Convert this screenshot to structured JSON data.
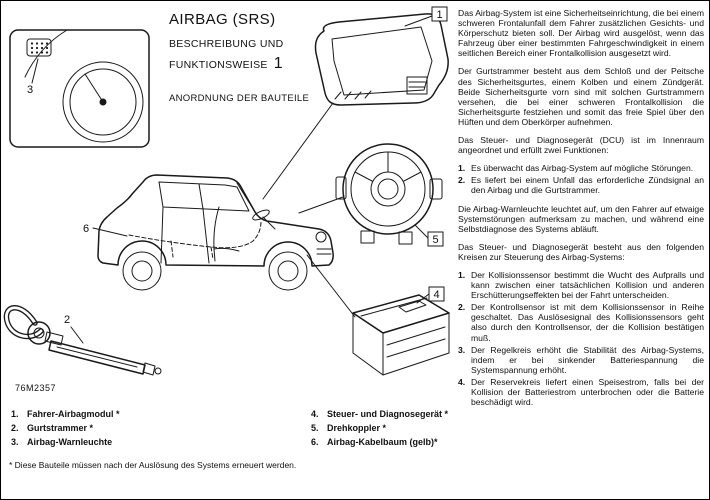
{
  "colors": {
    "ink": "#1a1a1a",
    "paper": "#ffffff"
  },
  "page": {
    "title": "AIRBAG (SRS)",
    "subtitle1": "BESCHREIBUNG UND",
    "subtitle2": "FUNKTIONSWEISE",
    "subtitle_number": "1",
    "section": "ANORDNUNG DER BAUTEILE",
    "drawing_number": "76M2357"
  },
  "callouts": {
    "c1": "1",
    "c2": "2",
    "c3": "3",
    "c4": "4",
    "c5": "5",
    "c6": "6"
  },
  "legend": {
    "items_left": [
      {
        "num": "1.",
        "label": "Fahrer-Airbagmodul *"
      },
      {
        "num": "2.",
        "label": "Gurtstrammer *"
      },
      {
        "num": "3.",
        "label": "Airbag-Warnleuchte"
      }
    ],
    "items_right": [
      {
        "num": "4.",
        "label": "Steuer- und Diagnosegerät *"
      },
      {
        "num": "5.",
        "label": "Drehkoppler *"
      },
      {
        "num": "6.",
        "label": "Airbag-Kabelbaum (gelb)*"
      }
    ],
    "footnote": "* Diese Bauteile müssen nach der Auslösung des Systems erneuert werden."
  },
  "text_column": {
    "para1": "Das Airbag-System ist eine Sicherheitseinrichtung, die bei einem schweren Frontalunfall dem Fahrer zusätzlichen Gesichts- und Körperschutz bieten soll. Der Airbag wird ausgelöst, wenn das Fahrzeug über einer bestimmten Fahrgeschwindigkeit in einem seitlichen Bereich einer Frontalkollision ausgesetzt wird.",
    "para2": "Der Gurtstrammer besteht aus dem Schloß und der Peitsche des Sicherheitsgurtes, einem Kolben und einem Zündgerät. Beide Sicherheitsgurte vorn sind mit solchen Gurtstrammern versehen, die bei einer schweren Frontalkollision die Sicherheitsgurte festziehen und somit das freie Spiel über den Hüften und dem Oberkörper aufnehmen.",
    "para3": "Das Steuer- und Diagnosegerät (DCU) ist im Innenraum angeordnet und erfüllt zwei Funktionen:",
    "list1": [
      {
        "num": "1.",
        "text": "Es überwacht das Airbag-System auf mögliche Störungen."
      },
      {
        "num": "2.",
        "text": "Es liefert bei einem Unfall das erforderliche Zündsignal an den Airbag und die Gurtstrammer."
      }
    ],
    "para4": "Die Airbag-Warnleuchte leuchtet auf, um den Fahrer auf etwaige Systemstörungen aufmerksam zu machen, und während eine Selbstdiagnose des Systems abläuft.",
    "para5": "Das Steuer- und Diagnosegerät besteht aus den folgenden Kreisen zur Steuerung des Airbag-Systems:",
    "list2": [
      {
        "num": "1.",
        "text": "Der Kollisionssensor bestimmt die Wucht des Aufpralls und kann zwischen einer tatsächlichen Kollision und anderen Erschütterungseffekten bei der Fahrt unterscheiden."
      },
      {
        "num": "2.",
        "text": "Der Kontrollsensor ist mit dem Kollisionssensor in Reihe geschaltet. Das Auslösesignal des Kollisionssensors geht also durch den Kontrollsensor, der die Kollision bestätigen muß."
      },
      {
        "num": "3.",
        "text": "Der Regelkreis erhöht die Stabilität des Airbag-Systems, indem er bei sinkender Batteriespannung die Systemspannung erhöht."
      },
      {
        "num": "4.",
        "text": "Der Reservekreis liefert einen Speisestrom, falls bei der Kollision der Batteriestrom unterbrochen oder die Batterie beschädigt wird."
      }
    ]
  }
}
